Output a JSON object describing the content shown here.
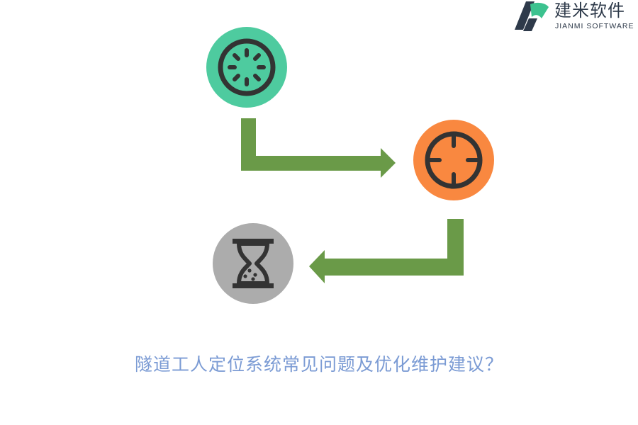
{
  "logo": {
    "name_cn": "建米软件",
    "name_en": "JIANMI SOFTWARE"
  },
  "caption": "隧道工人定位系统常见问题及优化维护建议？",
  "colors": {
    "loading_circle": "#4ecb9f",
    "target_circle": "#f98840",
    "hourglass_circle": "#acacac",
    "arrow": "#6a9a48",
    "icon_stroke": "#333333",
    "caption": "#7b9bd4",
    "logo_text": "#2e3a4a"
  },
  "nodes": [
    {
      "id": "loading",
      "icon": "loading-icon"
    },
    {
      "id": "target",
      "icon": "crosshair-icon"
    },
    {
      "id": "hourglass",
      "icon": "hourglass-icon"
    }
  ]
}
